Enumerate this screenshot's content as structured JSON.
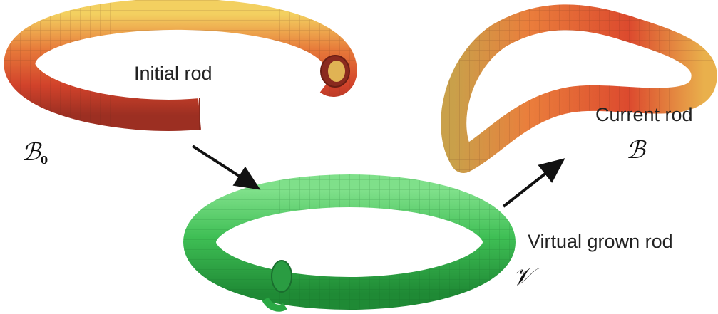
{
  "labels": {
    "initial": "Initial rod",
    "current": "Current rod",
    "virtual": "Virtual grown rod"
  },
  "symbols": {
    "initial_base": "ℬ",
    "initial_sub": "0",
    "current": "ℬ",
    "virtual": "𝒱"
  },
  "colors": {
    "rod_orange": "#e0582a",
    "rod_yellow": "#f1d35a",
    "rod_red": "#c83a2a",
    "grown_green": "#3fbf55",
    "grown_dark": "#1f8a35",
    "arrow": "#111111"
  }
}
